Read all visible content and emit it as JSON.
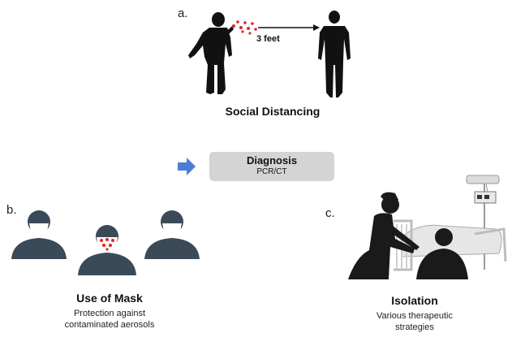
{
  "panel_a": {
    "letter": "a.",
    "distance_label": "3 feet",
    "title": "Social Distancing"
  },
  "center": {
    "title": "Diagnosis",
    "subtitle": "PCR/CT",
    "arrow_color": "#4a7fd4"
  },
  "panel_b": {
    "letter": "b.",
    "title": "Use of Mask",
    "subtitle_line1": "Protection against",
    "subtitle_line2": "contaminated aerosols"
  },
  "panel_c": {
    "letter": "c.",
    "title": "Isolation",
    "subtitle_line1": "Various therapeutic",
    "subtitle_line2": "strategies"
  },
  "colors": {
    "silhouette": "#111111",
    "person_icon": "#3a4a59",
    "droplet": "#e02424",
    "box_fill": "#d4d4d4"
  }
}
